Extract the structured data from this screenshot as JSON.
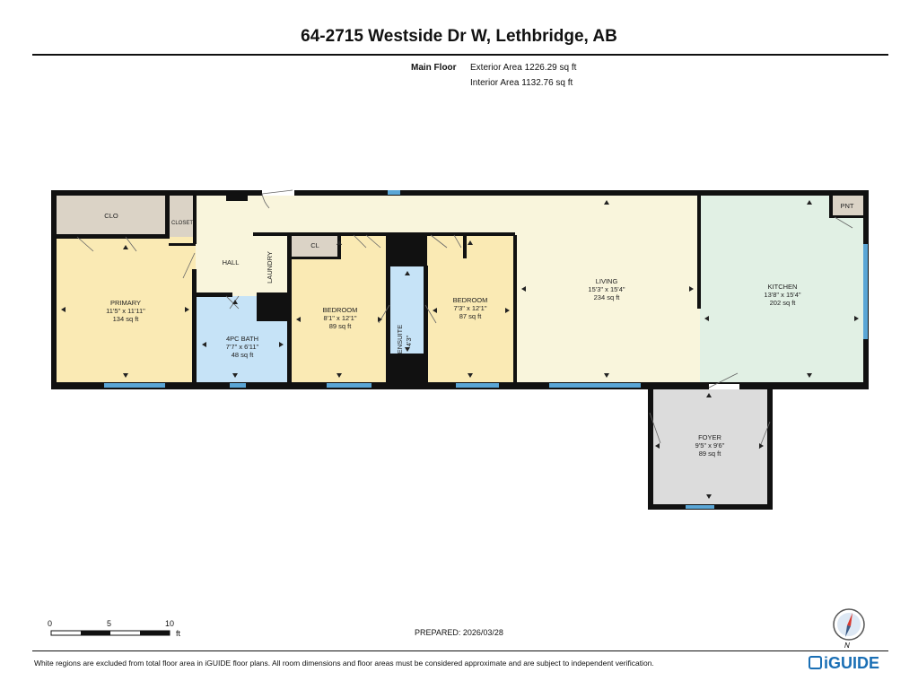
{
  "header": {
    "title": "64-2715 Westside Dr W, Lethbridge, AB"
  },
  "area": {
    "floor_name": "Main Floor",
    "exterior": "Exterior Area 1226.29 sq ft",
    "interior": "Interior Area 1132.76 sq ft"
  },
  "rooms": {
    "clo": {
      "name": "CLO"
    },
    "closet": {
      "name": "CLOSET"
    },
    "hall": {
      "name": "HALL"
    },
    "laundry": {
      "name": "LAUNDRY"
    },
    "cl": {
      "name": "CL"
    },
    "pnt": {
      "name": "PNT"
    },
    "primary": {
      "name": "PRIMARY",
      "dims": "11'5\" x 11'11\"",
      "area": "134 sq ft"
    },
    "bath": {
      "name": "4PC BATH",
      "dims": "7'7\" x 6'11\"",
      "area": "48 sq ft"
    },
    "bedroom1": {
      "name": "BEDROOM",
      "dims": "8'1\" x 12'1\"",
      "area": "89 sq ft"
    },
    "ensuite": {
      "name": "ENSUITE",
      "dims": "4'3\""
    },
    "bedroom2": {
      "name": "BEDROOM",
      "dims": "7'3\" x 12'1\"",
      "area": "87 sq ft"
    },
    "living": {
      "name": "LIVING",
      "dims": "15'3\" x 15'4\"",
      "area": "234 sq ft"
    },
    "kitchen": {
      "name": "KITCHEN",
      "dims": "13'8\" x 15'4\"",
      "area": "202 sq ft"
    },
    "foyer": {
      "name": "FOYER",
      "dims": "9'5\" x 9'6\"",
      "area": "89 sq ft"
    }
  },
  "colors": {
    "wall": "#111111",
    "bedroom": "#faeab4",
    "living": "#f9f5dc",
    "bath": "#c6e3f7",
    "kitchen": "#e1f0e4",
    "closet": "#dbd3c6",
    "foyer": "#dcdcdc",
    "window": "#5aa6d6"
  },
  "scale": {
    "ticks": [
      "0",
      "5",
      "10"
    ],
    "unit": "ft"
  },
  "prepared": "PREPARED: 2026/03/28",
  "compass_label": "N",
  "footer": {
    "disclaimer": "White regions are excluded from total floor area in iGUIDE floor plans. All room dimensions and floor areas must be considered approximate and are subject to independent verification.",
    "brand": "iGUIDE"
  }
}
